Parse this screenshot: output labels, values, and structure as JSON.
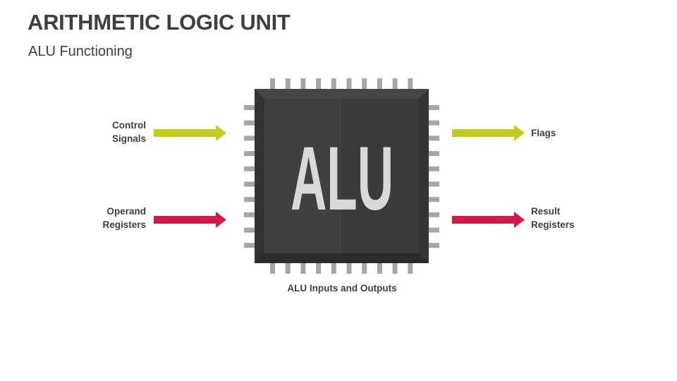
{
  "header": {
    "title": "ARITHMETIC LOGIC UNIT",
    "subtitle": "ALU Functioning"
  },
  "diagram": {
    "chip_label": "ALU",
    "inputs": [
      {
        "line1": "Control",
        "line2": "Signals",
        "color": "#c3cb21"
      },
      {
        "line1": "Operand",
        "line2": "Registers",
        "color": "#d21a4a"
      }
    ],
    "outputs": [
      {
        "line1": "Flags",
        "line2": "",
        "color": "#c3cb21"
      },
      {
        "line1": "Result",
        "line2": "Registers",
        "color": "#d21a4a"
      }
    ],
    "caption": "ALU Inputs and Outputs"
  }
}
